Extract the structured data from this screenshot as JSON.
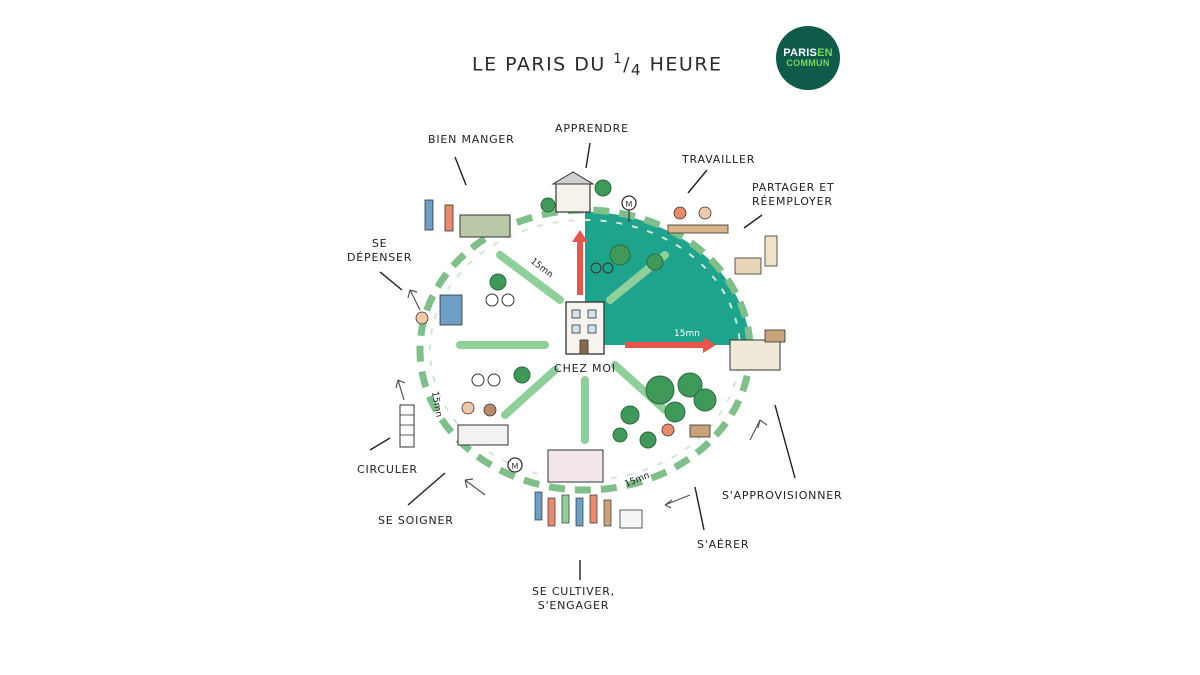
{
  "title": {
    "prefix": "LE PARIS DU",
    "fraction_num": "1",
    "fraction_den": "4",
    "suffix": "HEURE"
  },
  "logo": {
    "line1_a": "PARIS",
    "line1_b": "EN",
    "line2": "COMMUN"
  },
  "center_label": "CHEZ MOI",
  "distance_label": "15mn",
  "metro_symbol": "M",
  "activities": {
    "bien_manger": "BIEN MANGER",
    "apprendre": "APPRENDRE",
    "travailler": "TRAVAILLER",
    "partager_1": "PARTAGER ET",
    "partager_2": "RÉEMPLOYER",
    "se_depenser_1": "SE",
    "se_depenser_2": "DÉPENSER",
    "circuler": "CIRCULER",
    "se_soigner": "SE SOIGNER",
    "se_cultiver_1": "SE CULTIVER,",
    "se_cultiver_2": "S'ENGAGER",
    "s_aerer": "S'AÉRER",
    "s_approvisionner": "S'APPROVISIONNER"
  },
  "colors": {
    "teal": "#1ea38c",
    "light_green": "#7fbf8a",
    "dark_green": "#0f5b49",
    "accent_red": "#e8554b",
    "tree_green": "#3f9a5a"
  }
}
